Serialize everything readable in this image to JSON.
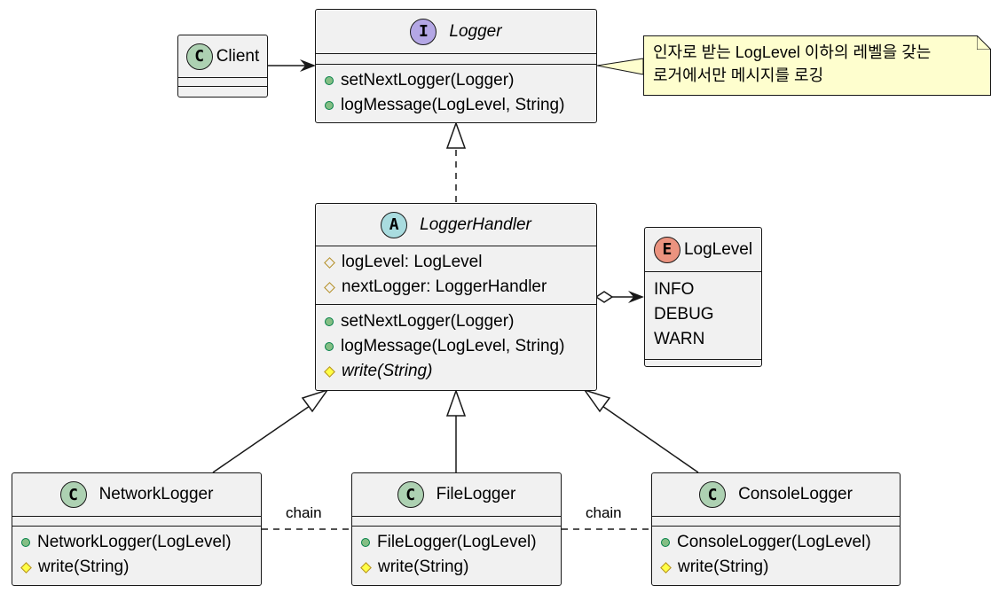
{
  "client": {
    "name": "Client",
    "stereotype": "C"
  },
  "logger": {
    "name": "Logger",
    "stereotype": "I",
    "methods": [
      "setNextLogger(Logger)",
      "logMessage(LogLevel, String)"
    ]
  },
  "note": {
    "lines": [
      "인자로 받는 LogLevel 이하의 레벨을 갖는",
      "로거에서만 메시지를 로깅"
    ]
  },
  "handler": {
    "name": "LoggerHandler",
    "stereotype": "A",
    "fields": [
      "logLevel: LogLevel",
      "nextLogger: LoggerHandler"
    ],
    "methods": [
      "setNextLogger(Logger)",
      "logMessage(LogLevel, String)",
      "write(String)"
    ]
  },
  "loglevel": {
    "name": "LogLevel",
    "stereotype": "E",
    "values": [
      "INFO",
      "DEBUG",
      "WARN"
    ]
  },
  "network": {
    "name": "NetworkLogger",
    "stereotype": "C",
    "methods": [
      "NetworkLogger(LogLevel)",
      "write(String)"
    ]
  },
  "file": {
    "name": "FileLogger",
    "stereotype": "C",
    "methods": [
      "FileLogger(LogLevel)",
      "write(String)"
    ]
  },
  "console": {
    "name": "ConsoleLogger",
    "stereotype": "C",
    "methods": [
      "ConsoleLogger(LogLevel)",
      "write(String)"
    ]
  },
  "labels": {
    "chain1": "chain",
    "chain2": "chain"
  },
  "colors": {
    "box": "#f1f1f1",
    "border": "#181818",
    "note": "#fefece",
    "class_badge": "#add1b2",
    "interface_badge": "#b4a7e5",
    "abstract_badge": "#a9dcdf",
    "enum_badge": "#eb937f"
  }
}
